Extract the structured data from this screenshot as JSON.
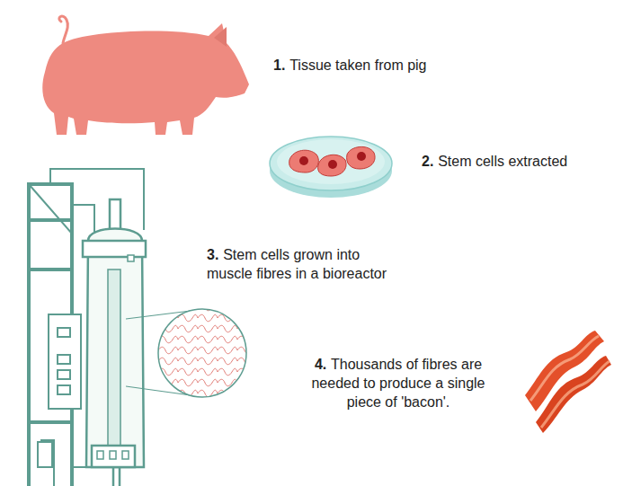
{
  "diagram": {
    "labels": [
      "1.",
      "Tissue taken from pig",
      "2.",
      "Stem cells extracted",
      "3.",
      "Stem cells grown into muscle fibres in a bioreactor",
      "4.",
      "Thousands of fibres are needed to produce a single piece of 'bacon'."
    ]
  }
}
